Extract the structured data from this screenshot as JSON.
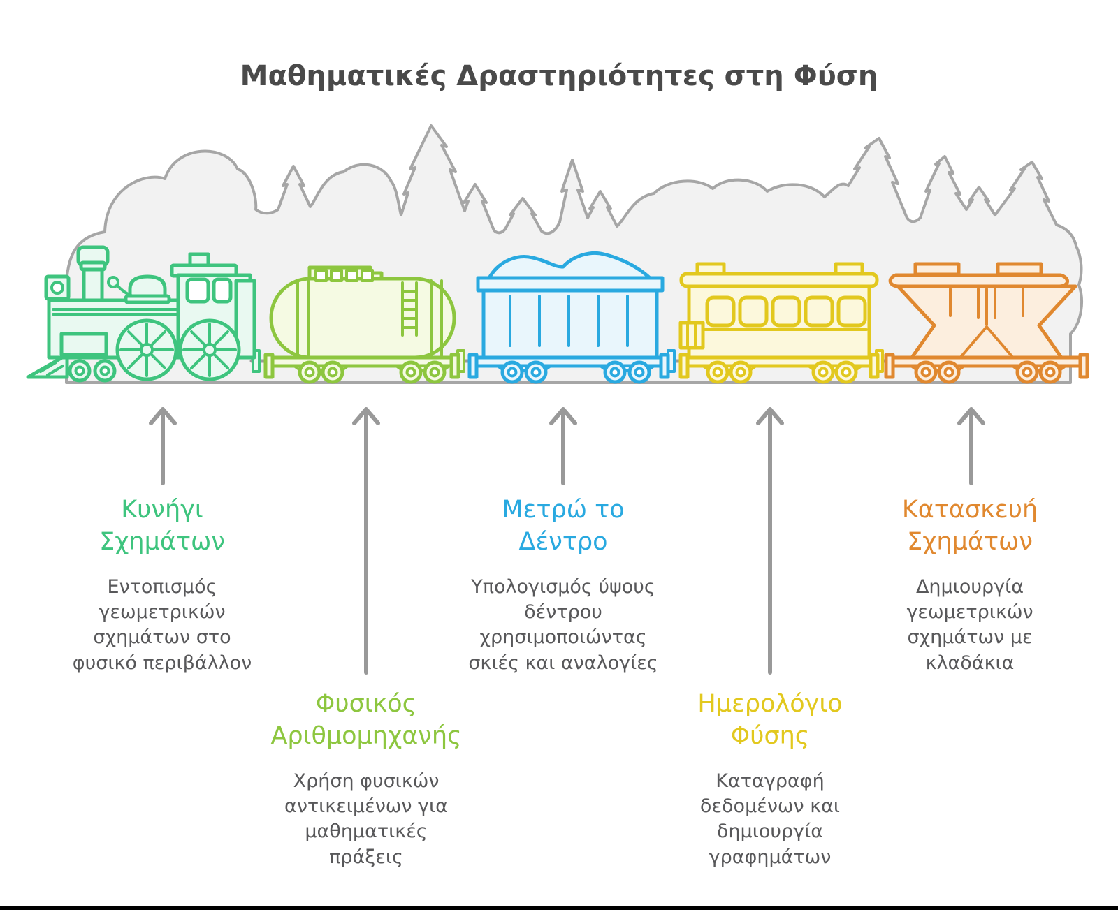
{
  "title": "Μαθηματικές Δραστηριότητες στη Φύση",
  "palette": {
    "background": "#ffffff",
    "title_text": "#4a4a4a",
    "body_text": "#58585a",
    "arrow_gray": "#999999",
    "forest_silhouette_stroke": "#a6a6a6",
    "forest_silhouette_fill": "#f2f2f2",
    "bottom_bar": "#000000"
  },
  "activities": [
    {
      "id": 1,
      "wagon": "steam-locomotive",
      "heading": "Κυνήγι Σχημάτων",
      "description": "Εντοπισμός γεωμετρικών σχημάτων στο φυσικό περιβάλλον",
      "color": "#3ec47e",
      "fill": "#e9f9f1"
    },
    {
      "id": 2,
      "wagon": "tank-car",
      "heading": "Φυσικός Αριθμομηχανής",
      "description": "Χρήση φυσικών αντικειμένων για μαθηματικές πράξεις",
      "color": "#8dc63f",
      "fill": "#f5fae3"
    },
    {
      "id": 3,
      "wagon": "gondola-car",
      "heading": "Μετρώ το Δέντρο",
      "description": "Υπολογισμός ύψους δέντρου χρησιμοποιώντας σκιές και αναλογίες",
      "color": "#29a9e0",
      "fill": "#e9f6fc"
    },
    {
      "id": 4,
      "wagon": "passenger-car",
      "heading": "Ημερολόγιο Φύσης",
      "description": "Καταγραφή δεδομένων και δημιουργία γραφημάτων",
      "color": "#e2c81e",
      "fill": "#fcf8dc"
    },
    {
      "id": 5,
      "wagon": "hopper-car",
      "heading": "Κατασκευή Σχημάτων",
      "description": "Δημιουργία γεωμετρικών σχημάτων με κλαδάκια",
      "color": "#e0882f",
      "fill": "#fceede"
    }
  ]
}
